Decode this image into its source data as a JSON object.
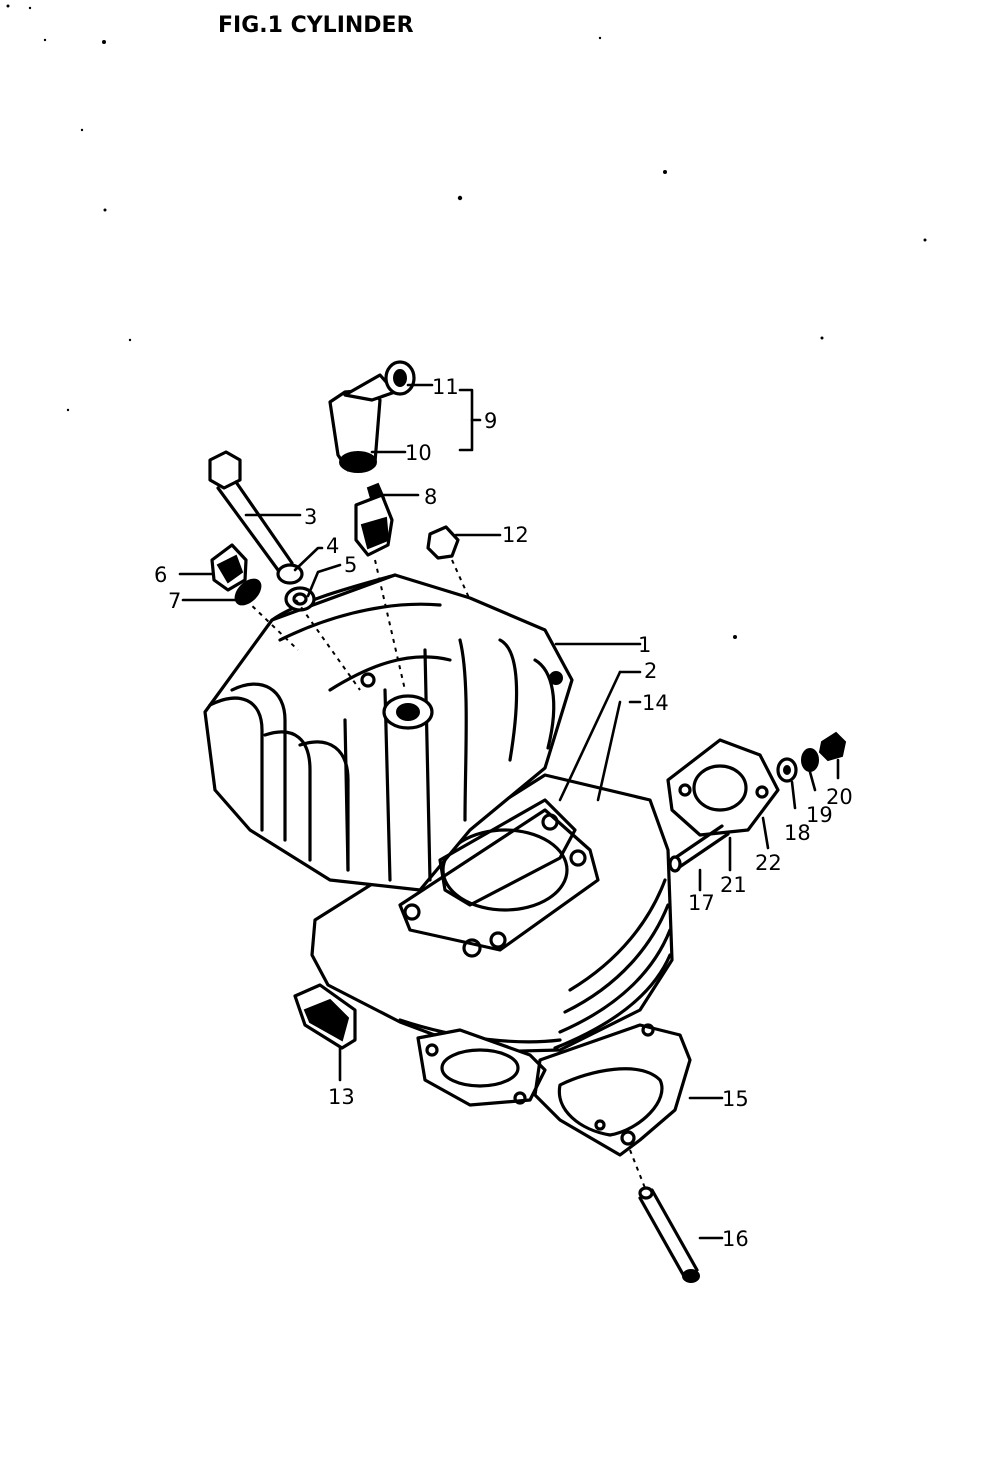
{
  "title": "FIG.1  CYLINDER",
  "callouts": {
    "c1": "1",
    "c2": "2",
    "c3": "3",
    "c4": "4",
    "c5": "5",
    "c6": "6",
    "c7": "7",
    "c8": "8",
    "c9": "9",
    "c10": "10",
    "c11": "11",
    "c12": "12",
    "c13": "13",
    "c14": "14",
    "c15": "15",
    "c16": "16",
    "c17": "17",
    "c18": "18",
    "c19": "19",
    "c20": "20",
    "c21": "21",
    "c22": "22"
  }
}
